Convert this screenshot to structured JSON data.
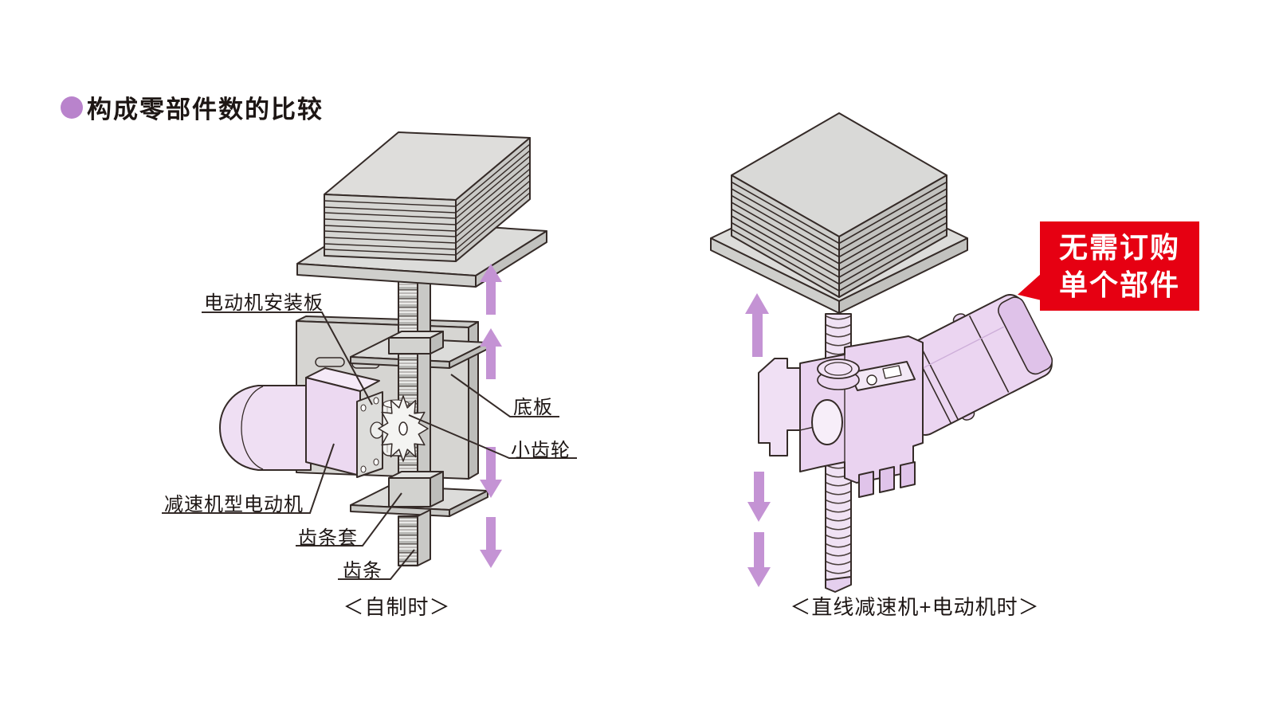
{
  "title": {
    "text": "构成零部件数的比较"
  },
  "left_diagram": {
    "caption": "＜自制时＞",
    "labels": {
      "motor_mount_plate": "电动机安装板",
      "base_plate": "底板",
      "pinion": "小齿轮",
      "gearmotor": "减速机型电动机",
      "rack_sleeve": "齿条套",
      "rack": "齿条"
    }
  },
  "right_diagram": {
    "caption": "＜直线减速机+电动机时＞",
    "badge": {
      "line1": "无需订购",
      "line2": "单个部件"
    }
  },
  "colors": {
    "accent_purple_bullet": "#b983cc",
    "arrow_purple": "#c493d4",
    "badge_red": "#e60012",
    "badge_text": "#ffffff",
    "line_dark": "#352b28",
    "machine_lavender": "#ecd9f1",
    "plate_gray": "#dcdcda"
  }
}
